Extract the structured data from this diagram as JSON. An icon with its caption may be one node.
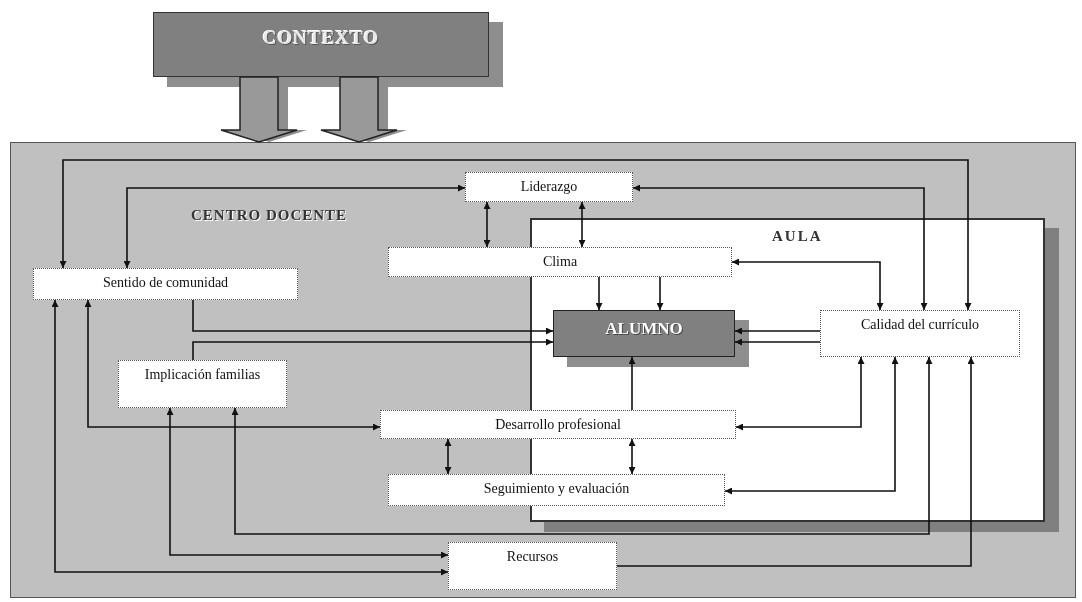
{
  "diagram": {
    "nodes": [
      {
        "text": [
          "CONTEXTO"
        ]
      },
      {
        "text": [
          "CENTRO DOCENTE"
        ]
      },
      {
        "text": [
          "AULA"
        ],
        "in": 1
      },
      {
        "text": [
          "Liderazgo"
        ],
        "in": 1
      },
      {
        "text": [
          "Sentido de comunidad"
        ],
        "in": 1
      },
      {
        "text": [
          "Clima"
        ],
        "in": 1
      },
      {
        "text": [
          "ALUMNO"
        ],
        "in": 2
      },
      {
        "text": [
          "Calidad del currículo"
        ],
        "in": 2
      },
      {
        "text": [
          "Implicación familias"
        ],
        "in": 1
      },
      {
        "text": [
          "Desarrollo profesional"
        ],
        "in": 1
      },
      {
        "text": [
          "Seguimiento y evaluación"
        ],
        "in": 1
      },
      {
        "text": [
          "Recursos"
        ],
        "in": 1
      }
    ],
    "edges": [
      {
        "from": 0,
        "to": 1,
        "arrow": "to",
        "style": "thick"
      },
      {
        "from": 0,
        "to": 1,
        "arrow": "to",
        "style": "thick"
      },
      {
        "from": 4,
        "to": 7,
        "arrow": "both"
      },
      {
        "from": 4,
        "to": 3,
        "arrow": "both"
      },
      {
        "from": 3,
        "to": 7,
        "arrow": "both"
      },
      {
        "from": 3,
        "to": 5,
        "arrow": "both"
      },
      {
        "from": 3,
        "to": 5,
        "arrow": "both"
      },
      {
        "from": 5,
        "to": 7,
        "arrow": "both"
      },
      {
        "from": 5,
        "to": 6,
        "arrow": "to"
      },
      {
        "from": 5,
        "to": 6,
        "arrow": "to"
      },
      {
        "from": 4,
        "to": 6,
        "arrow": "to"
      },
      {
        "from": 8,
        "to": 6,
        "arrow": "to"
      },
      {
        "from": 7,
        "to": 6,
        "arrow": "to"
      },
      {
        "from": 7,
        "to": 6,
        "arrow": "to"
      },
      {
        "from": 9,
        "to": 6,
        "arrow": "to"
      },
      {
        "from": 4,
        "to": 9,
        "arrow": "both"
      },
      {
        "from": 4,
        "to": 11,
        "arrow": "both"
      },
      {
        "from": 8,
        "to": 11,
        "arrow": "both"
      },
      {
        "from": 8,
        "to": 7,
        "arrow": "both"
      },
      {
        "from": 9,
        "to": 7,
        "arrow": "both"
      },
      {
        "from": 10,
        "to": 7,
        "arrow": "both"
      },
      {
        "from": 11,
        "to": 7,
        "arrow": "to"
      },
      {
        "from": 9,
        "to": 10,
        "arrow": "both"
      },
      {
        "from": 9,
        "to": 10,
        "arrow": "both"
      }
    ]
  }
}
